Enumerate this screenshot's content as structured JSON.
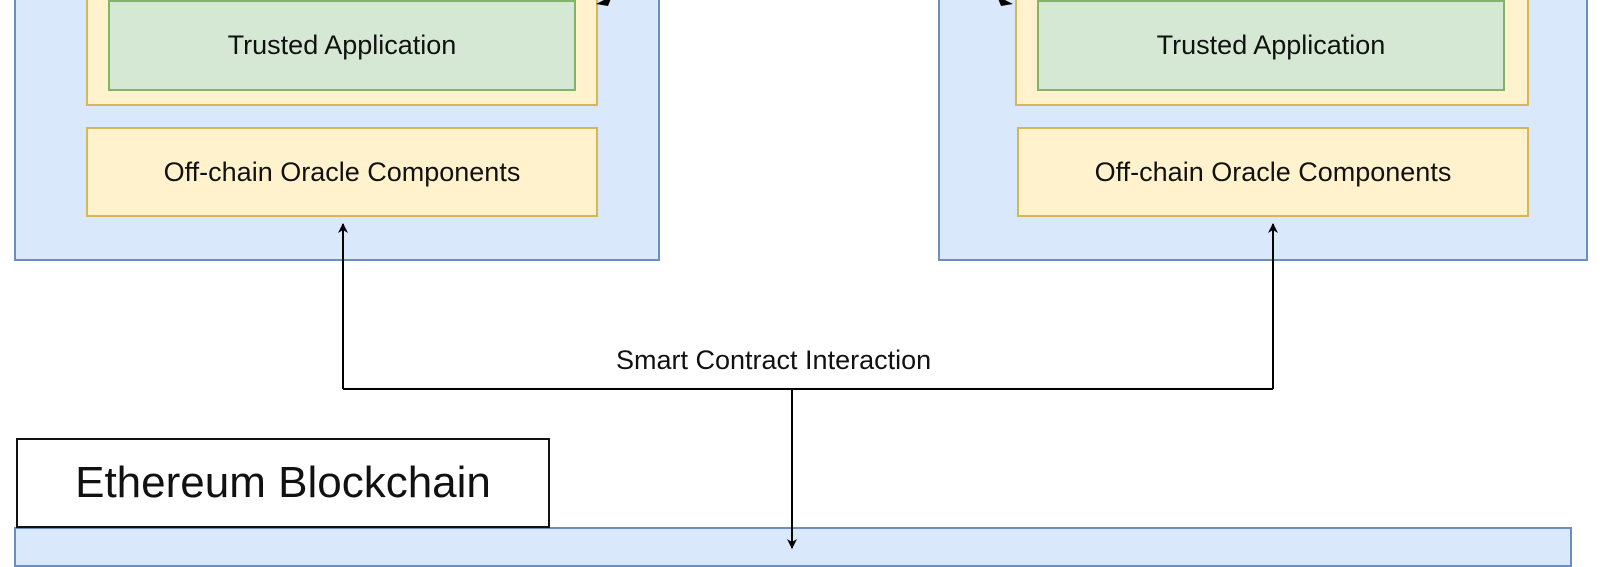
{
  "left_node": {
    "trusted_application": "Trusted Application",
    "oracle_components": "Off-chain Oracle Components"
  },
  "right_node": {
    "trusted_application": "Trusted Application",
    "oracle_components": "Off-chain Oracle Components"
  },
  "connector": {
    "label": "Smart Contract Interaction"
  },
  "blockchain": {
    "label": "Ethereum Blockchain"
  },
  "colors": {
    "container_fill": "#dae8fc",
    "container_stroke": "#6c8ebf",
    "component_fill": "#fff2cc",
    "component_stroke": "#d6b656",
    "application_fill": "#d5e8d4",
    "application_stroke": "#82b366",
    "line": "#000000"
  }
}
